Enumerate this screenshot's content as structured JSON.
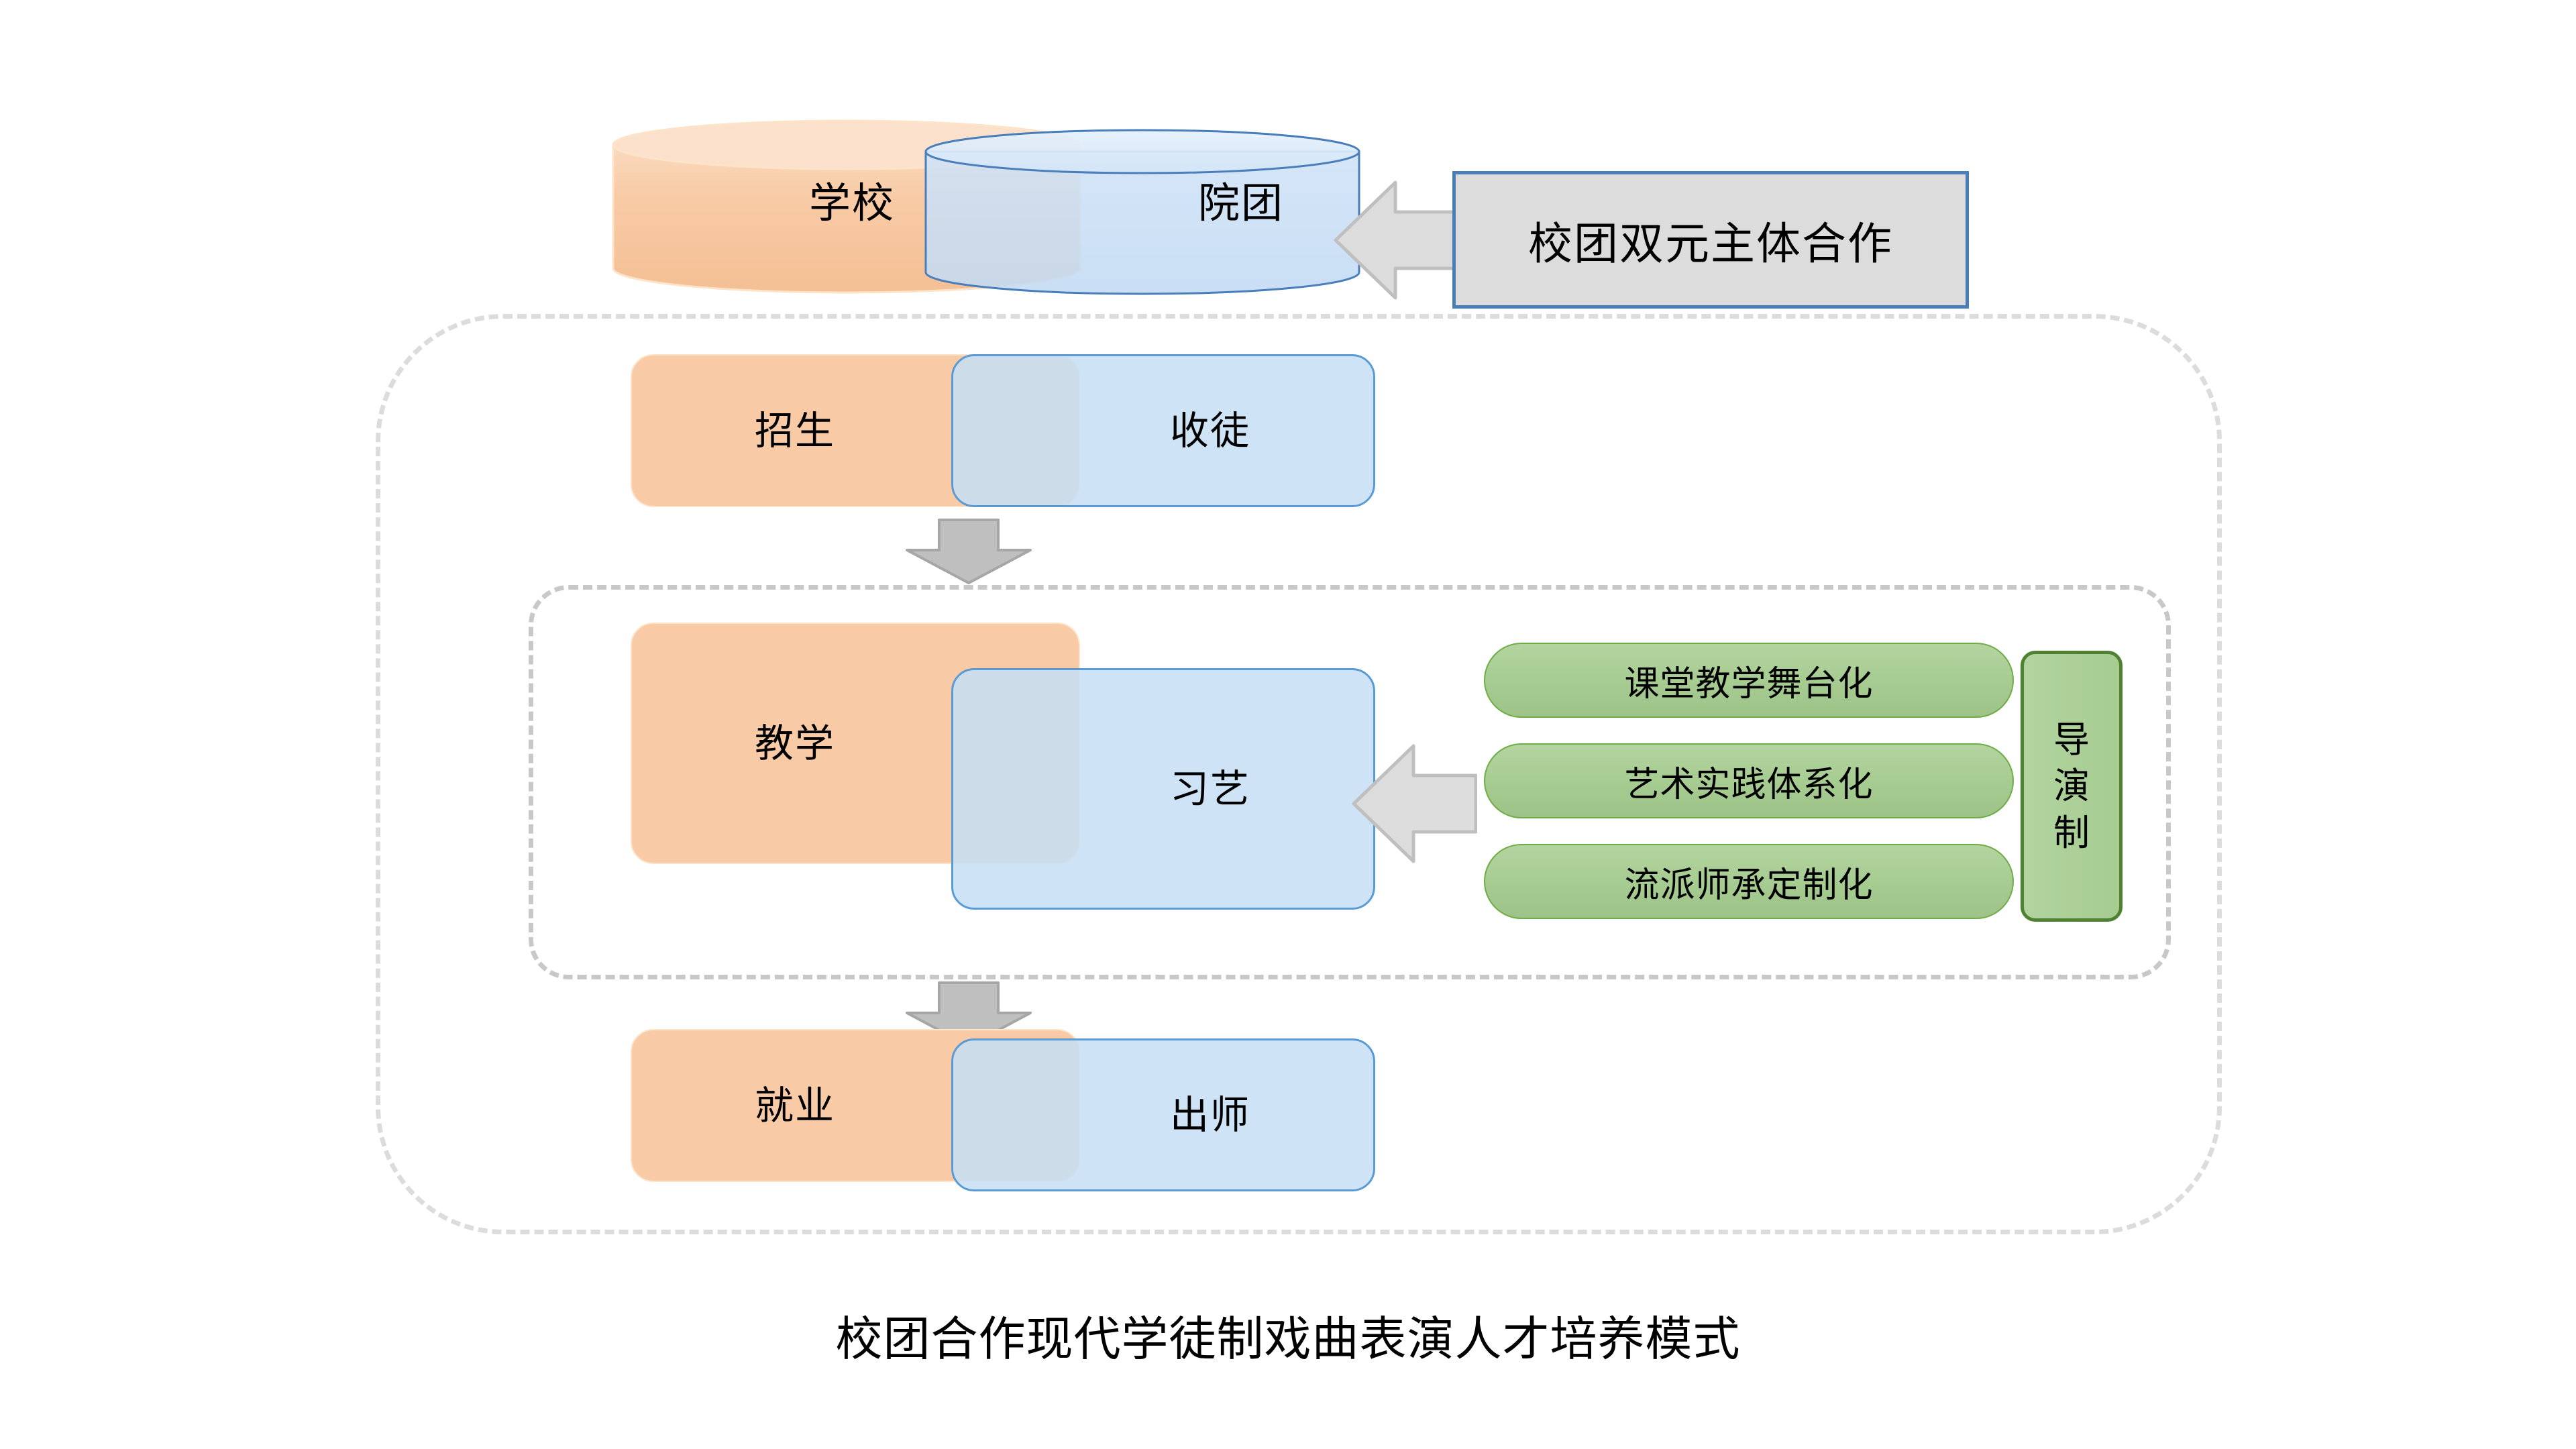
{
  "caption": "校团合作现代学徒制戏曲表演人才培养模式",
  "colors": {
    "orange_fill": "#f8cba6",
    "orange_border": "#fde3c8",
    "blue_fill": "#c6def5",
    "blue_border": "#5b9bd5",
    "green_fill": "#a8cd93",
    "green_border": "#70ad47",
    "green_dark_border": "#4f8133",
    "gray_fill": "#dcdcdc",
    "gray_border": "#a6a6a6",
    "callout_border": "#4a7ebb",
    "dashed_border": "#dcdcdc"
  },
  "cylinders": {
    "school": {
      "label": "学校",
      "fill": "#f8cba6",
      "stroke": "#fde3c8"
    },
    "troupe": {
      "label": "院团",
      "fill": "#c6def5",
      "stroke": "#4a7ebb"
    }
  },
  "callout": {
    "label": "校团双元主体合作"
  },
  "stages": [
    {
      "id": "recruit",
      "orange_label": "招生",
      "blue_label": "收徒"
    },
    {
      "id": "teach",
      "orange_label": "教学",
      "blue_label": "习艺"
    },
    {
      "id": "employ",
      "orange_label": "就业",
      "blue_label": "出师"
    }
  ],
  "pills": [
    {
      "label": "课堂教学舞台化"
    },
    {
      "label": "艺术实践体系化"
    },
    {
      "label": "流派师承定制化"
    }
  ],
  "vertical_box": {
    "chars": [
      "导",
      "演",
      "制"
    ],
    "label": "导演制"
  },
  "arrows": {
    "to_troupe": "left-arrow-icon",
    "recruit_to_teach": "down-arrow-icon",
    "teach_to_employ": "down-arrow-icon",
    "to_xiyi": "left-arrow-icon"
  },
  "containers": {
    "outer": "apprenticeship-scope",
    "inner": "teaching-scope"
  }
}
